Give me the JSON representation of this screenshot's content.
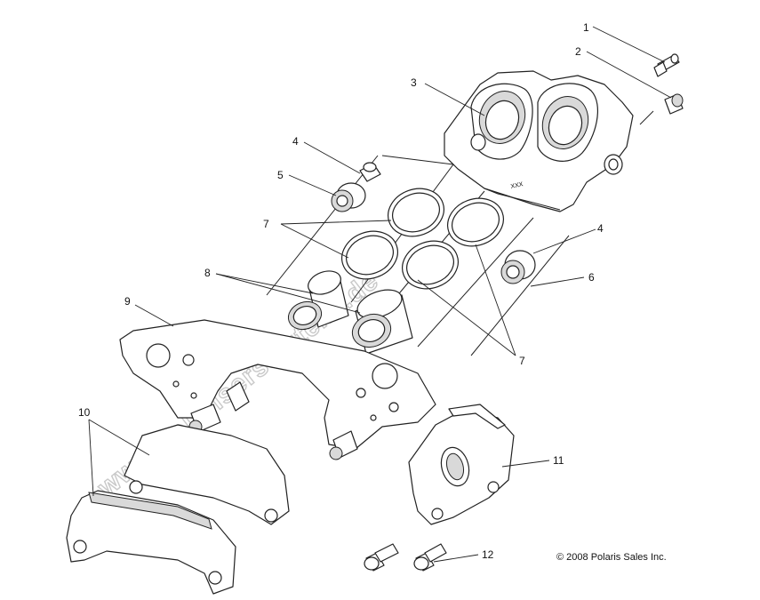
{
  "watermark": "www.polarisersatzteile.de",
  "copyright": "© 2008 Polaris Sales Inc.",
  "caliper_marking": "XXX",
  "callouts": {
    "c1": "1",
    "c2": "2",
    "c3": "3",
    "c4a": "4",
    "c4b": "4",
    "c5": "5",
    "c6": "6",
    "c7a": "7",
    "c7b": "7",
    "c8": "8",
    "c9": "9",
    "c10": "10",
    "c11": "11",
    "c12": "12"
  }
}
